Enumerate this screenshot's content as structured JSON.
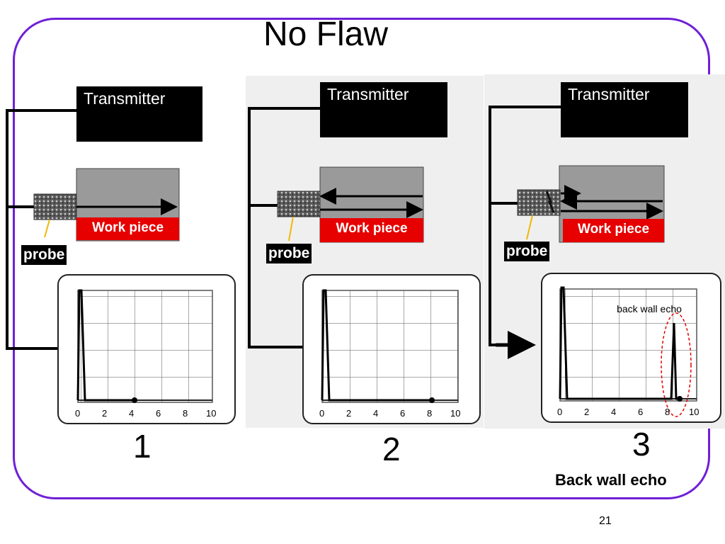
{
  "slide": {
    "title": "No Flaw",
    "page_number": "21",
    "caption": "Back wall echo"
  },
  "panels": [
    {
      "number": "1",
      "transmitter": "Transmitter",
      "workpiece": "Work piece",
      "probe": "probe",
      "axis_ticks": [
        "0",
        "2",
        "4",
        "6",
        "8",
        "10"
      ]
    },
    {
      "number": "2",
      "transmitter": "Transmitter",
      "workpiece": "Work piece",
      "probe": "probe",
      "axis_ticks": [
        "0",
        "2",
        "4",
        "6",
        "8",
        "10"
      ]
    },
    {
      "number": "3",
      "transmitter": "Transmitter",
      "workpiece": "Work piece",
      "probe": "probe",
      "axis_ticks": [
        "0",
        "2",
        "4",
        "6",
        "8",
        "10"
      ],
      "echo_annotation": "back wall echo"
    }
  ],
  "colors": {
    "frame": "#6f1fd8",
    "workpiece_label": "#e60000",
    "workpiece_body": "#9a9a9a",
    "probe_pointer": "#f2b705",
    "echo_marker": "#e60000"
  }
}
